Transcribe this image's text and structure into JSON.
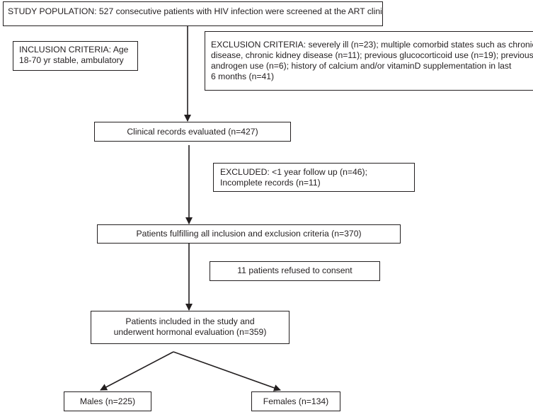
{
  "flowchart": {
    "study_population": {
      "lines": [
        "STUDY POPULATION: 527 consecutive patients with HIV infection were screened at the ART clinic"
      ]
    },
    "inclusion": {
      "lines": [
        "INCLUSION CRITERIA: Age",
        "18-70 yr stable, ambulatory"
      ]
    },
    "exclusion": {
      "lines": [
        "EXCLUSION CRITERIA: severely ill (n=23); multiple comorbid states such as chronic liver",
        "disease, chronic kidney disease (n=11); previous glucocorticoid use (n=19); previous",
        "androgen use (n=6); history of calcium and/or vitaminD supplementation in last",
        "6 months (n=41)"
      ]
    },
    "clinical_records": {
      "lines": [
        "Clinical records evaluated (n=427)"
      ]
    },
    "excluded": {
      "lines": [
        "EXCLUDED: <1 year follow up (n=46);",
        "Incomplete records (n=11)"
      ]
    },
    "fulfilling": {
      "lines": [
        "Patients fulfilling all inclusion and exclusion criteria (n=370)"
      ]
    },
    "refused": {
      "lines": [
        "11 patients refused to consent"
      ]
    },
    "included": {
      "lines": [
        "Patients included in the study and",
        "underwent hormonal evaluation (n=359)"
      ]
    },
    "males": {
      "lines": [
        "Males (n=225)"
      ]
    },
    "females": {
      "lines": [
        "Females (n=134)"
      ]
    }
  }
}
